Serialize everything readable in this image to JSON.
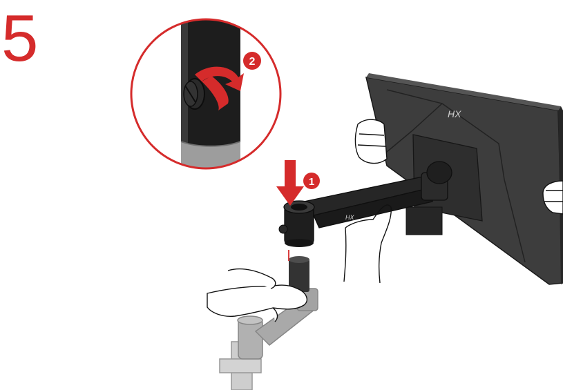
{
  "step": {
    "number": "5"
  },
  "callouts": {
    "first": "1",
    "second": "2"
  },
  "brand": {
    "logo": "HX"
  },
  "colors": {
    "accent": "#d52b2b",
    "monitor": "#3a3a3a",
    "arm": "#222222",
    "ghost_arm": "#9a9a9a"
  },
  "icons": [
    "rotate-arrow-icon",
    "down-arrow-icon",
    "insert-line-icon"
  ]
}
